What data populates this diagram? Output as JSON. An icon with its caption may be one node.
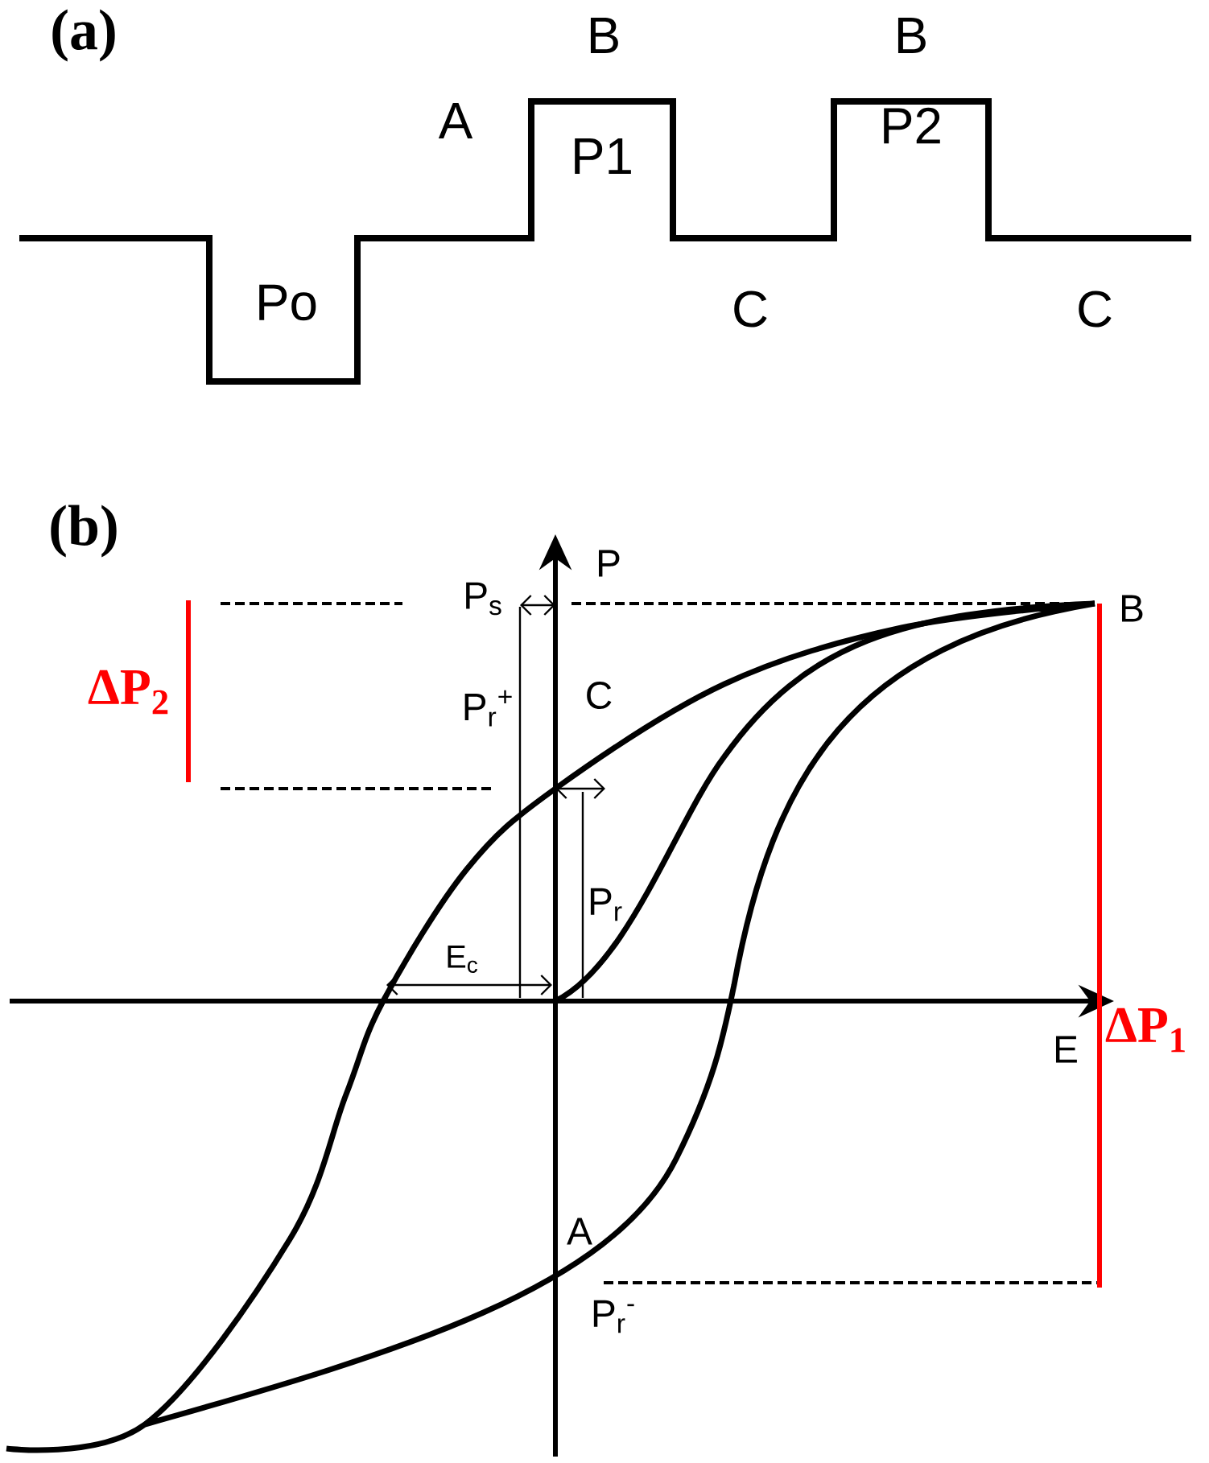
{
  "diagram": {
    "labels": [
      "(a)",
      "B",
      "B",
      "A",
      "P1",
      "P2",
      "Po",
      "C",
      "C",
      "(b)",
      "P",
      "P$_{s}$",
      "B",
      "ΔP$_{2}$",
      "P$_{r}$$^{+}$",
      "C",
      "P$_{r}$",
      "E$_{c}$",
      "E",
      "ΔP$_{1}$",
      "A",
      "P$_{r}$$^{-}$"
    ]
  }
}
